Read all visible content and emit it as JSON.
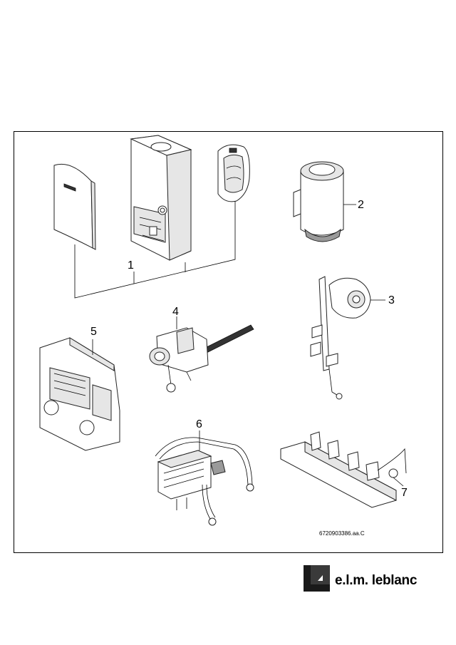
{
  "callouts": {
    "c1": "1",
    "c2": "2",
    "c3": "3",
    "c4": "4",
    "c5": "5",
    "c6": "6",
    "c7": "7"
  },
  "reference": "6720903386.aa.C",
  "brand": {
    "name": "e.l.m. leblanc",
    "logo": "elm-leblanc-logo-icon"
  }
}
